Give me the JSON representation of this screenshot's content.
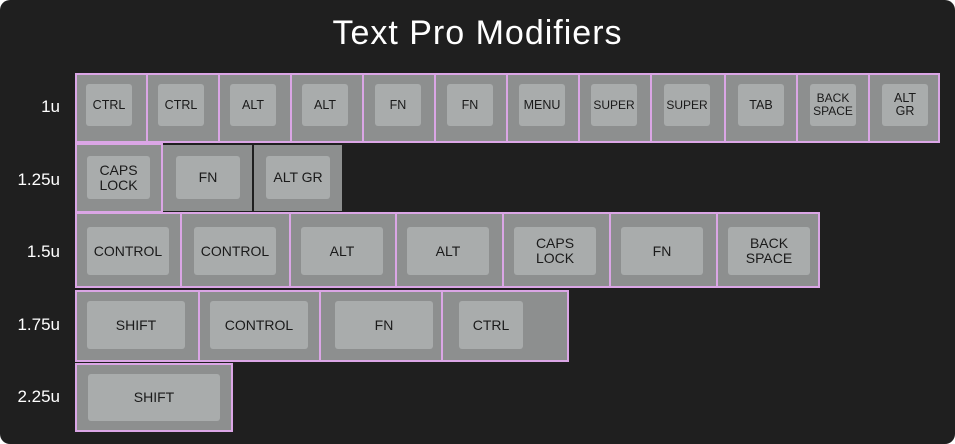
{
  "title": "Text Pro Modifiers",
  "colors": {
    "background": "#1f1f1f",
    "key_body": "#8d8f8f",
    "key_top": "#a9acac",
    "highlight_outline": "#dba6e6",
    "label_text": "#1a1a1a",
    "heading_text": "#ffffff"
  },
  "rows": [
    {
      "label": "1u",
      "keys": [
        {
          "legend": "CTRL",
          "highlighted": true
        },
        {
          "legend": "CTRL",
          "highlighted": true
        },
        {
          "legend": "ALT",
          "highlighted": true
        },
        {
          "legend": "ALT",
          "highlighted": true
        },
        {
          "legend": "FN",
          "highlighted": true
        },
        {
          "legend": "FN",
          "highlighted": true
        },
        {
          "legend": "MENU",
          "highlighted": true
        },
        {
          "legend": "SUPER",
          "highlighted": true
        },
        {
          "legend": "SUPER",
          "highlighted": true
        },
        {
          "legend": "TAB",
          "highlighted": true
        },
        {
          "legend": "BACK\nSPACE",
          "highlighted": true
        },
        {
          "legend": "ALT\nGR",
          "highlighted": true
        }
      ]
    },
    {
      "label": "1.25u",
      "keys": [
        {
          "legend": "CAPS\nLOCK",
          "highlighted": true
        },
        {
          "legend": "FN",
          "highlighted": false
        },
        {
          "legend": "ALT GR",
          "highlighted": false
        }
      ]
    },
    {
      "label": "1.5u",
      "keys": [
        {
          "legend": "CONTROL",
          "highlighted": true
        },
        {
          "legend": "CONTROL",
          "highlighted": true
        },
        {
          "legend": "ALT",
          "highlighted": true
        },
        {
          "legend": "ALT",
          "highlighted": true
        },
        {
          "legend": "CAPS\nLOCK",
          "highlighted": true
        },
        {
          "legend": "FN",
          "highlighted": true
        },
        {
          "legend": "BACK\nSPACE",
          "highlighted": true
        }
      ]
    },
    {
      "label": "1.75u",
      "keys": [
        {
          "legend": "SHIFT",
          "highlighted": true
        },
        {
          "legend": "CONTROL",
          "highlighted": true
        },
        {
          "legend": "FN",
          "highlighted": true
        },
        {
          "legend": "CTRL",
          "highlighted": true
        }
      ]
    },
    {
      "label": "2.25u",
      "keys": [
        {
          "legend": "SHIFT",
          "highlighted": true
        }
      ]
    }
  ]
}
